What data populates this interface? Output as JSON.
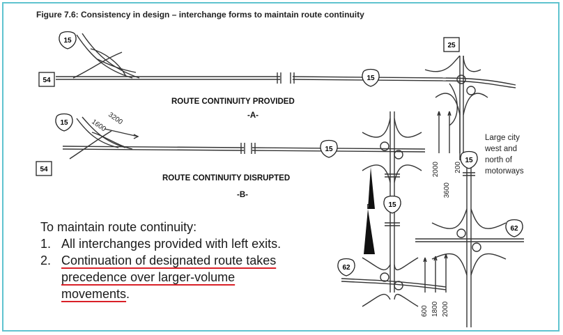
{
  "figure_title": "Figure 7.6:  Consistency in design – interchange forms to maintain route continuity",
  "diagram_a": {
    "caption_line1": "ROUTE CONTINUITY PROVIDED",
    "caption_line2": "-A-",
    "shields": {
      "top_left": "15",
      "left": "54",
      "center": "15",
      "top_right": "25"
    }
  },
  "diagram_b": {
    "caption_line1": "ROUTE CONTINUITY DISRUPTED",
    "caption_line2": "-B-",
    "shields": {
      "top_left": "15",
      "left": "54",
      "center": "15",
      "vertical_mid": "15",
      "bottom": "62"
    },
    "volumes": [
      "1600",
      "3200"
    ]
  },
  "right_diagram": {
    "shields": {
      "vertical": "15",
      "east": "62"
    },
    "top_volumes": [
      "2000",
      "3600",
      "200"
    ],
    "bottom_volumes": [
      "600",
      "1800",
      "2000"
    ],
    "note": [
      "Large city",
      "west and",
      "north of",
      "motorways"
    ]
  },
  "takeaway": {
    "heading": "To maintain route continuity:",
    "items": [
      {
        "num": "1.",
        "text": "All interchanges provided with left exits."
      },
      {
        "num": "2.",
        "lines": [
          "Continuation of designated route takes",
          "precedence over larger-volume",
          "movements"
        ],
        "tail": "."
      }
    ]
  },
  "colors": {
    "frame": "#5fc3cf",
    "underline": "#d92027"
  }
}
